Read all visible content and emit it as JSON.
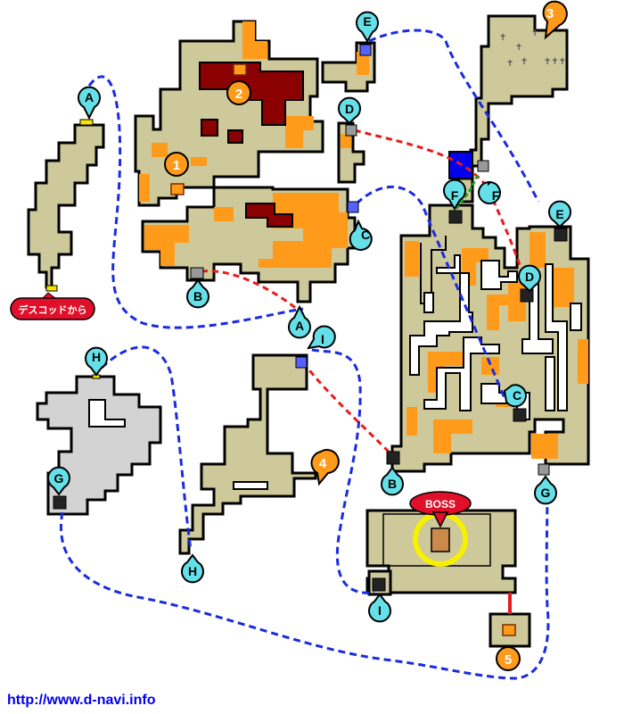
{
  "labels": {
    "start": "デスコッドから",
    "boss": "BOSS",
    "url": "http://www.d-navi.info"
  },
  "markers": {
    "a1": "A",
    "a2": "A",
    "b1": "B",
    "b2": "B",
    "c1": "C",
    "c2": "C",
    "d1": "D",
    "d2": "D",
    "e1": "E",
    "e2": "E",
    "f1": "F",
    "f2": "F",
    "g1": "G",
    "g2": "G",
    "h1": "H",
    "h2": "H",
    "i1": "I",
    "i2": "I"
  },
  "chests": {
    "c1": "1",
    "c2": "2",
    "c3": "3",
    "c4": "4",
    "c5": "5"
  },
  "colors": {
    "floor": "#cdc99a",
    "floor_alt": "#d3d3d3",
    "highlight": "#ff9a1a",
    "blocked": "#8b0000",
    "marker": "#66e0e8",
    "route_blue": "#1a2be0",
    "route_red": "#e81b1b",
    "boss_badge": "#e0102a"
  }
}
